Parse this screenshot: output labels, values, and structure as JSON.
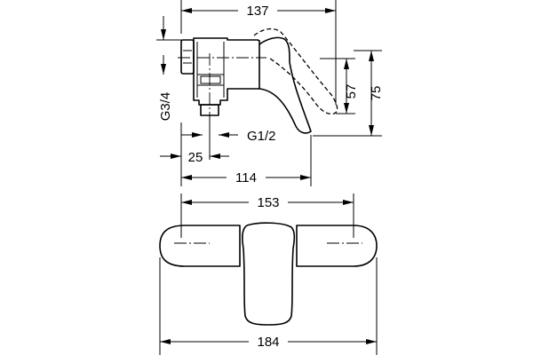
{
  "dimensions": {
    "overall_depth": "137",
    "height_57": "57",
    "height_75": "75",
    "thread_g34": "G3/4",
    "thread_g12": "G1/2",
    "offset_25": "25",
    "depth_114": "114",
    "width_153": "153",
    "width_184": "184"
  }
}
